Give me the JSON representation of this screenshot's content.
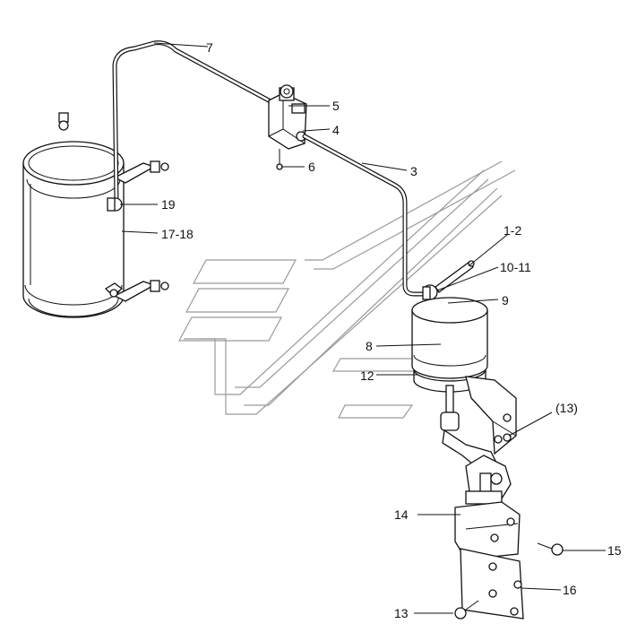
{
  "callouts": {
    "c1": "7",
    "c2": "5",
    "c3": "4",
    "c4": "6",
    "c5": "3",
    "c6": "19",
    "c7": "17-18",
    "c8": "1-2",
    "c9": "10-11",
    "c10": "9",
    "c11": "8",
    "c12": "12",
    "c13": "(13)",
    "c14": "14",
    "c15": "15",
    "c16": "16",
    "c17": "13"
  }
}
